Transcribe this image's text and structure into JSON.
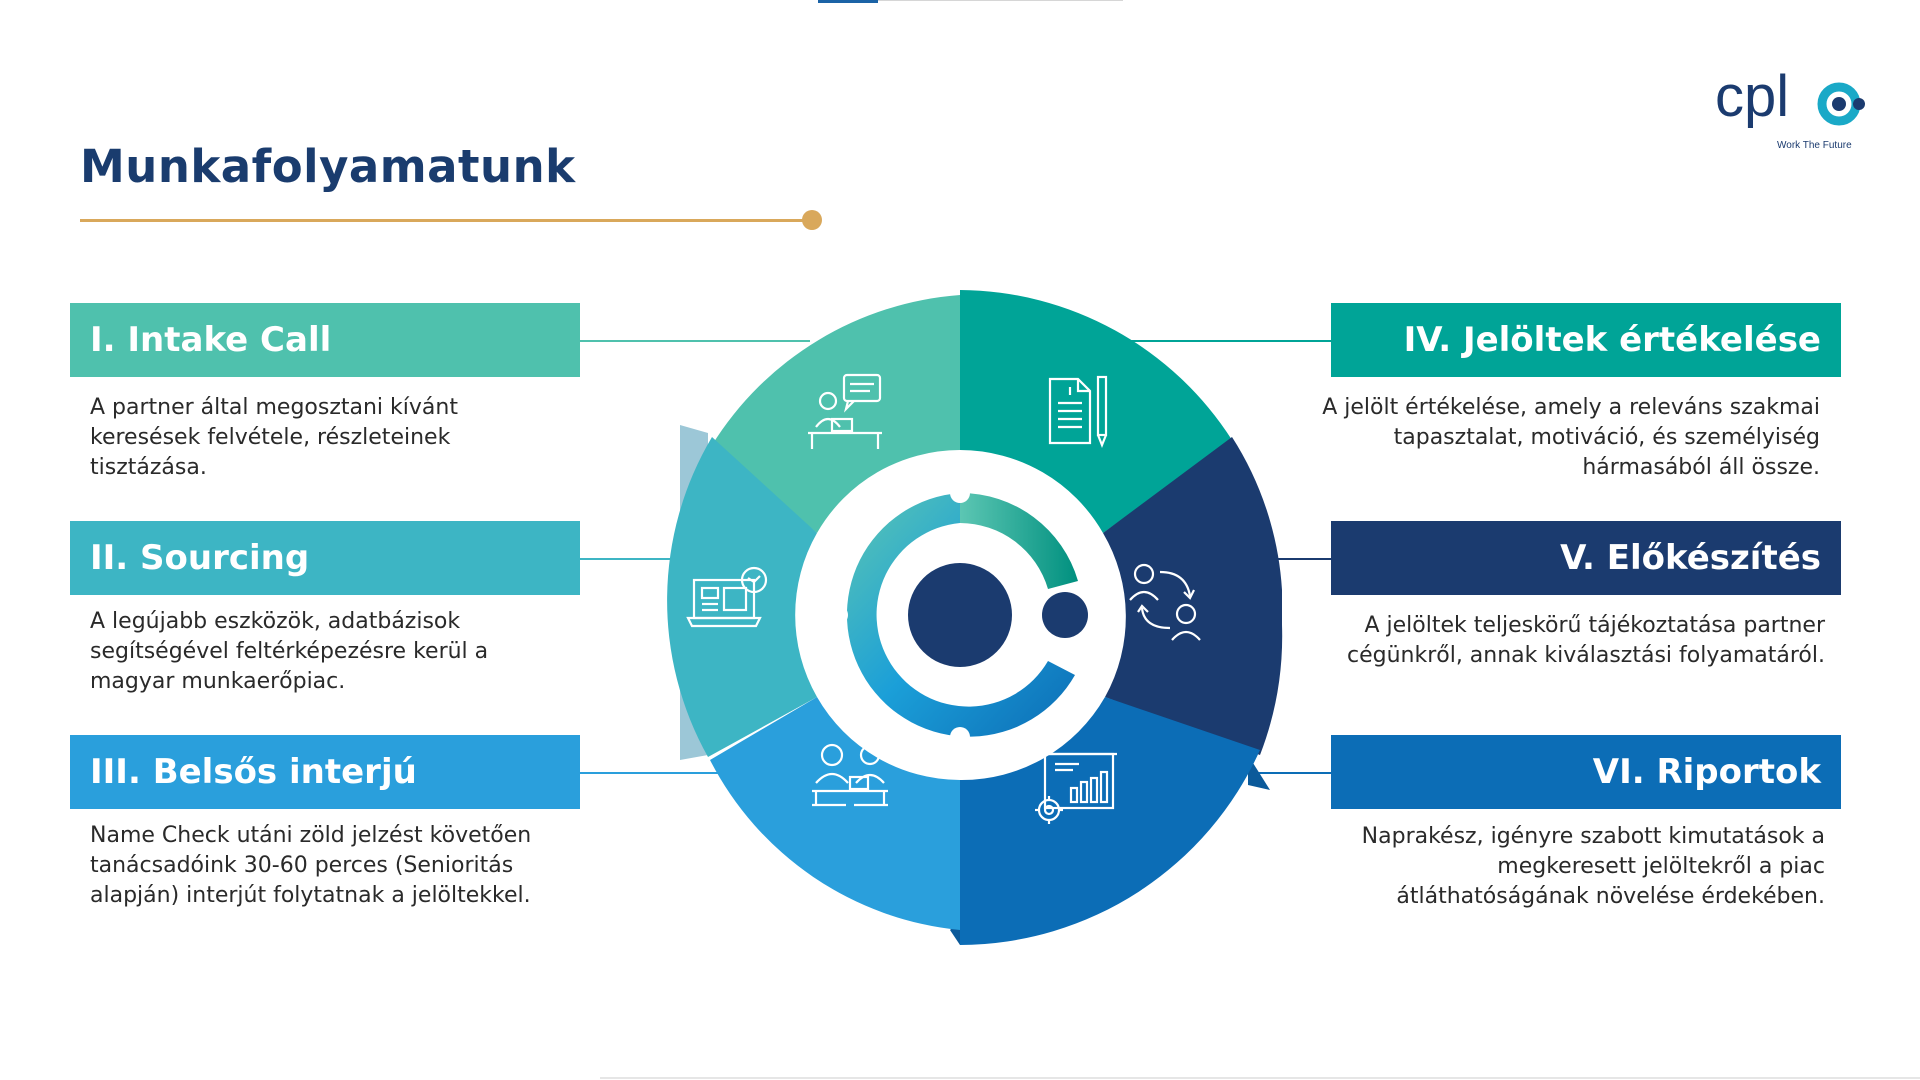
{
  "page": {
    "title": "Munkafolyamatunk"
  },
  "logo": {
    "wordmark": "cpl",
    "tagline": "Work The Future"
  },
  "steps": [
    {
      "label": "I. Intake Call",
      "description": "A partner által megosztani kívánt keresések felvétele, részleteinek tisztázása.",
      "color": "#4fc1ad",
      "icon": "person-at-desk-chat-icon"
    },
    {
      "label": "II. Sourcing",
      "description": "A legújabb eszközök, adatbázisok segítségével feltérképezésre kerül a magyar munkaerőpiac.",
      "color": "#3db5c4",
      "icon": "laptop-database-icon"
    },
    {
      "label": "III. Belsős interjú",
      "description": "Name Check utáni zöld jelzést követően tanácsadóink 30-60 perces (Senioritás alapján) interjút folytatnak a jelöltekkel.",
      "color": "#2a9fdc",
      "icon": "interview-two-people-icon"
    },
    {
      "label": "IV. Jelöltek értékelése",
      "description": "A jelölt értékelése, amely a releváns szakmai tapasztalat, motiváció, és személyiség hármasából áll össze.",
      "color": "#00a497",
      "icon": "document-pen-icon"
    },
    {
      "label": "V. Előkészítés",
      "description": "A jelöltek teljeskörű tájékoztatása partner cégünkről, annak kiválasztási folyamatáról.",
      "color": "#1b3b6f",
      "icon": "people-exchange-icon"
    },
    {
      "label": "VI. Riportok",
      "description": "Naprakész, igényre szabott kimutatások a megkeresett jelöltekről a piac átláthatóságának növelése érdekében.",
      "color": "#0c6db6",
      "icon": "report-chart-gear-icon"
    }
  ],
  "colors": {
    "title": "#1a3c6e",
    "accent_gold": "#d9a85b",
    "center_navy": "#1b3b6f"
  }
}
